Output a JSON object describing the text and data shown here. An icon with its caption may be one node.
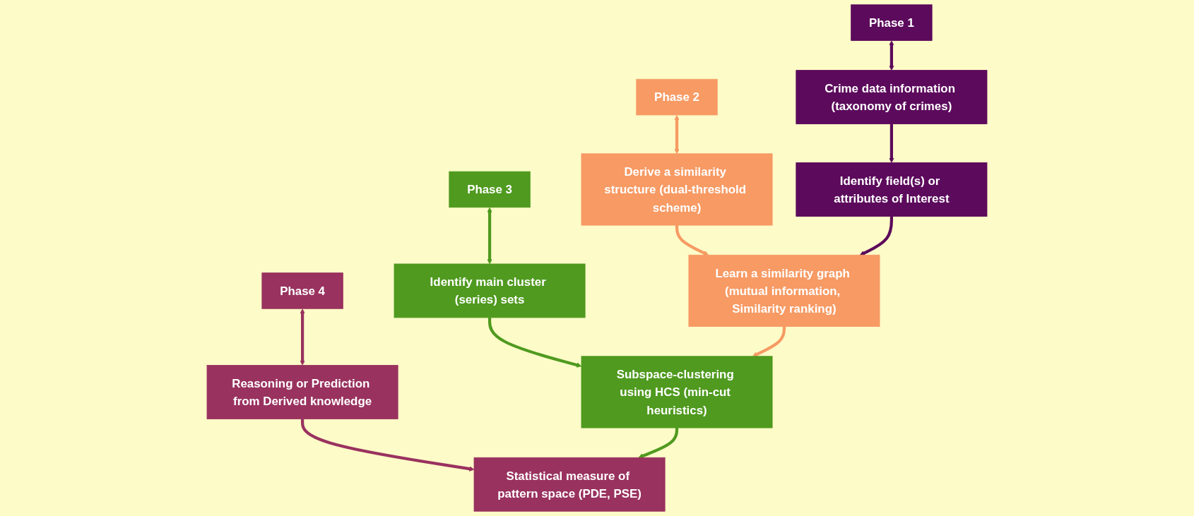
{
  "diagram": {
    "nodes": [
      {
        "text": [
          "Phase 1"
        ]
      },
      {
        "text": [
          "Phase 2"
        ]
      },
      {
        "text": [
          "Phase 3"
        ]
      },
      {
        "text": [
          "Phase 4"
        ]
      },
      {
        "text": [
          "Crime data information (taxonomy of crimes)"
        ]
      },
      {
        "text": [
          "Derive a similarity structure (dual-threshold scheme)"
        ]
      },
      {
        "text": [
          "Identify main cluster (series) sets"
        ]
      },
      {
        "text": [
          "Reasoning or Prediction from Derived knowledge"
        ]
      },
      {
        "text": [
          "Identify field(s) or attributes of Interest"
        ]
      },
      {
        "text": [
          "Learn a similarity graph (mutual information, Similarity ranking)"
        ]
      },
      {
        "text": [
          "Subspace-clustering using HCS (min-cut heuristics)"
        ]
      },
      {
        "text": [
          "Statistical measure of pattern space (PDE, PSE)"
        ]
      }
    ],
    "edges": [
      {
        "from": 0,
        "to": 4,
        "arrow": "both",
        "color": "#5c0a5c"
      },
      {
        "from": 1,
        "to": 5,
        "arrow": "both",
        "color": "#f79a64"
      },
      {
        "from": 2,
        "to": 6,
        "arrow": "both",
        "color": "#4f9a1f"
      },
      {
        "from": 3,
        "to": 7,
        "arrow": "both",
        "color": "#99325f"
      },
      {
        "from": 4,
        "to": 8,
        "arrow": "to",
        "color": "#5c0a5c"
      },
      {
        "from": 5,
        "to": 9,
        "arrow": "to",
        "color": "#f79a64"
      },
      {
        "from": 6,
        "to": 10,
        "arrow": "to",
        "color": "#4f9a1f"
      },
      {
        "from": 7,
        "to": 11,
        "arrow": "to",
        "color": "#99325f"
      },
      {
        "from": 8,
        "to": 9,
        "arrow": "to",
        "color": "#5c0a5c"
      },
      {
        "from": 9,
        "to": 10,
        "arrow": "to",
        "color": "#f79a64"
      },
      {
        "from": 10,
        "to": 11,
        "arrow": "to",
        "color": "#4f9a1f"
      }
    ]
  }
}
